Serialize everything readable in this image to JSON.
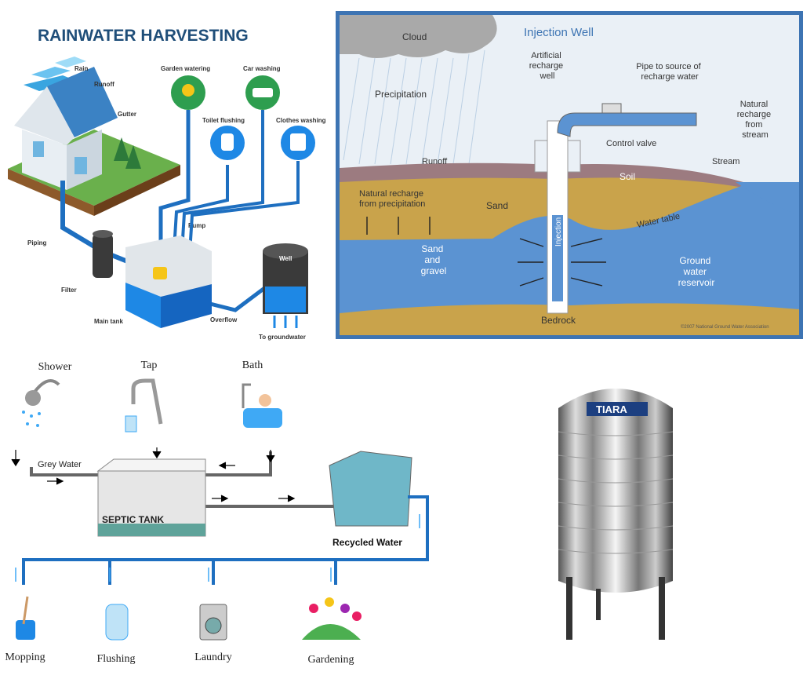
{
  "rainwater": {
    "title": "RAINWATER HARVESTING",
    "labels": {
      "rain": "Rain",
      "runoff": "Runoff",
      "gutter": "Gutter",
      "piping": "Piping",
      "filter": "Filter",
      "main_tank": "Main tank",
      "pump": "Pump",
      "overflow": "Overflow",
      "well": "Well",
      "to_groundwater": "To groundwater",
      "garden_watering": "Garden watering",
      "car_washing": "Car washing",
      "toilet_flushing": "Toilet flushing",
      "clothes_washing": "Clothes washing"
    }
  },
  "injection": {
    "title": "Injection Well",
    "labels": {
      "cloud": "Cloud",
      "precipitation": "Precipitation",
      "artificial_recharge_well": [
        "Artificial",
        "recharge",
        "well"
      ],
      "pipe_to_source": [
        "Pipe to source of",
        "recharge water"
      ],
      "control_valve": "Control valve",
      "natural_recharge_stream": [
        "Natural",
        "recharge",
        "from",
        "stream"
      ],
      "stream": "Stream",
      "runoff": "Runoff",
      "soil": "Soil",
      "natural_recharge_precip": [
        "Natural recharge",
        "from precipitation"
      ],
      "sand": "Sand",
      "injection_pipe": "Injection pipe",
      "water_table": "Water table",
      "sand_gravel": [
        "Sand",
        "and",
        "gravel"
      ],
      "ground_water_reservoir": [
        "Ground",
        "water",
        "reservoir"
      ],
      "bedrock": "Bedrock",
      "copyright": "©2007 National Ground Water Association"
    }
  },
  "greywater": {
    "sources": [
      "Shower",
      "Tap",
      "Bath"
    ],
    "grey_water": "Grey Water",
    "septic_tank": "SEPTIC TANK",
    "recycled_water": "Recycled Water",
    "uses": [
      "Mopping",
      "Flushing",
      "Laundry",
      "Gardening"
    ]
  },
  "tank": {
    "brand": "TIARA"
  }
}
